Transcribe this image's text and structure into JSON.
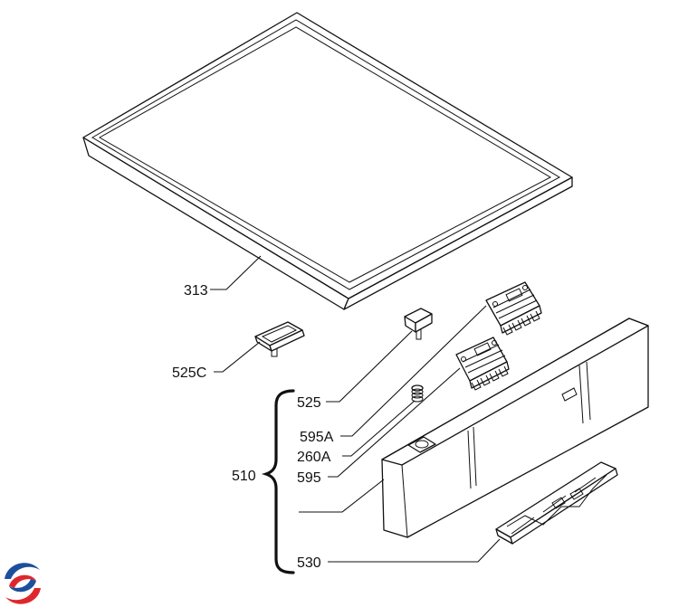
{
  "diagram": {
    "callouts": {
      "c313": "313",
      "c525C": "525C",
      "c525": "525",
      "c595A": "595A",
      "c260A": "260A",
      "c595": "595",
      "c510": "510",
      "c530": "530"
    }
  },
  "logo": {
    "icon": "brand-swirl-icon",
    "colors": [
      "#1d4f9c",
      "#e0262d"
    ]
  }
}
